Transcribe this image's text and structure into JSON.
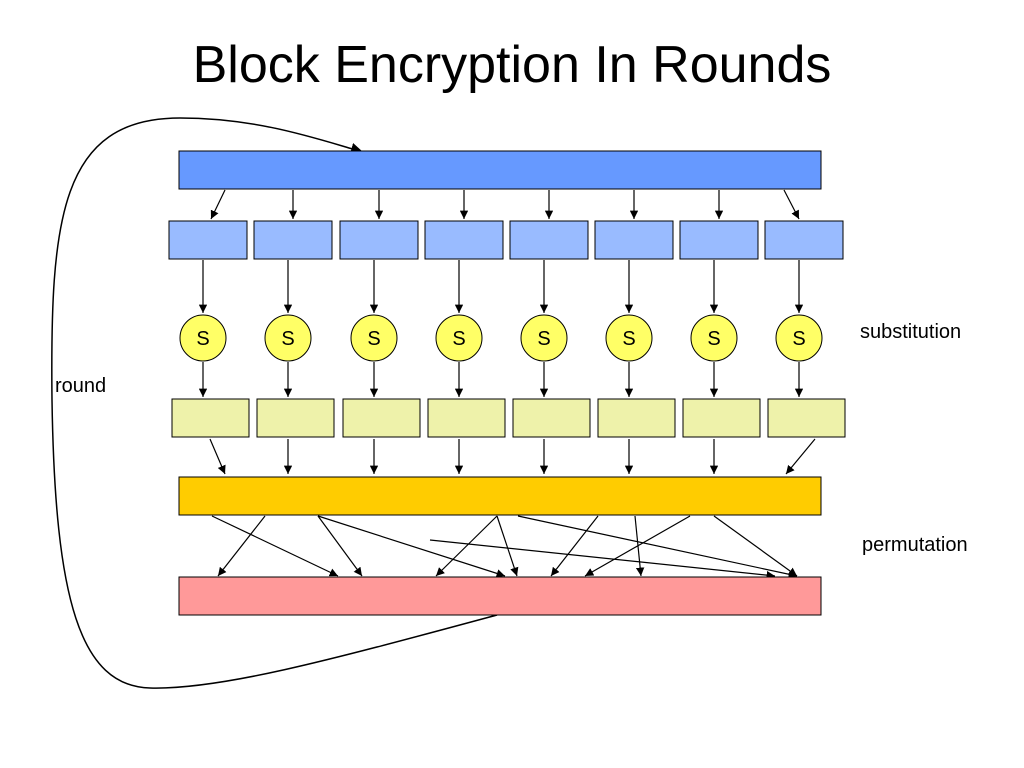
{
  "slide": {
    "title": "Block Encryption In Rounds"
  },
  "diagram": {
    "sbox_label": "S",
    "sbox_count": 8,
    "labels": {
      "round": "round",
      "substitution": "substitution",
      "permutation": "permutation"
    }
  },
  "colors": {
    "input_block": "#6699ff",
    "input_chunk": "#99bbff",
    "sbox": "#ffff66",
    "output_chunk": "#eef2aa",
    "merged_block": "#ffcc00",
    "permuted_block": "#ff9999",
    "stroke": "#000000"
  }
}
